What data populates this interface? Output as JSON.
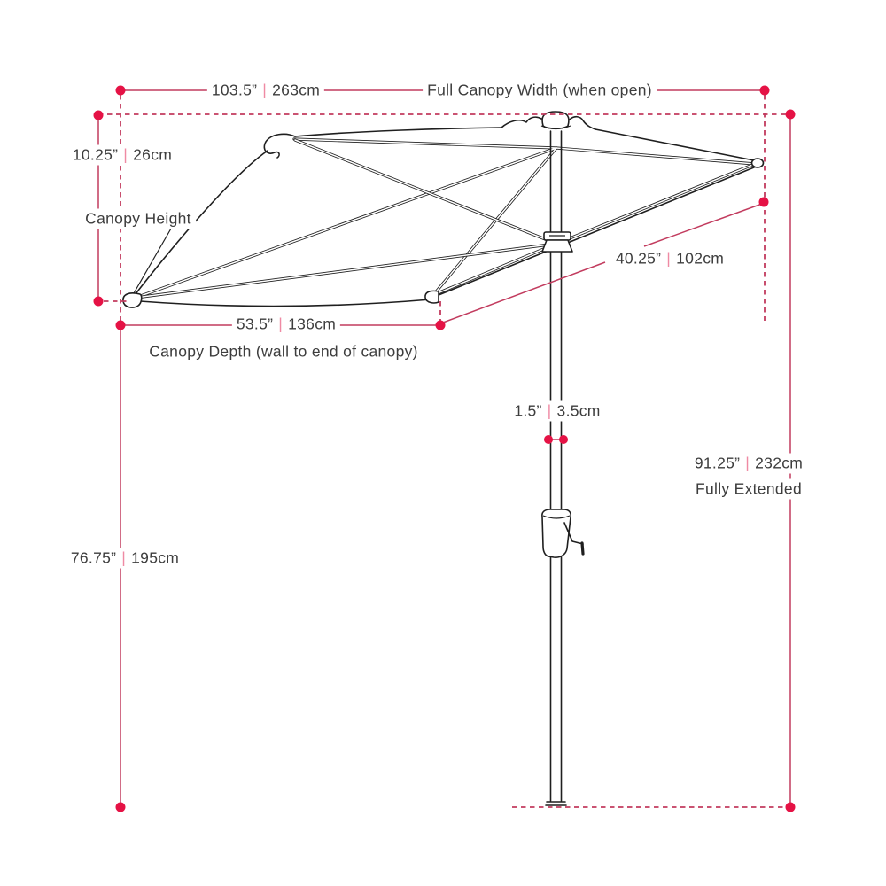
{
  "colors": {
    "dot_red": "#e51245",
    "line_red": "#c23b5e",
    "sep_color": "#ef8aa4",
    "text_color": "#3d3d3d"
  },
  "dims": {
    "full_width": {
      "in": "103.5”",
      "sep": "|",
      "cm": "263cm",
      "caption": "Full Canopy Width (when open)"
    },
    "canopy_height": {
      "in": "10.25”",
      "sep": "|",
      "cm": "26cm",
      "caption": "Canopy Height"
    },
    "canopy_depth": {
      "in": "53.5”",
      "sep": "|",
      "cm": "136cm",
      "caption": "Canopy Depth (wall to end of canopy)"
    },
    "canopy_diagonal": {
      "in": "40.25”",
      "sep": "|",
      "cm": "102cm"
    },
    "pole_diameter": {
      "in": "1.5”",
      "sep": "|",
      "cm": "3.5cm"
    },
    "fully_extended": {
      "in": "91.25”",
      "sep": "|",
      "cm": "232cm",
      "caption": "Fully Extended"
    },
    "pole_height": {
      "in": "76.75”",
      "sep": "|",
      "cm": "195cm"
    }
  }
}
